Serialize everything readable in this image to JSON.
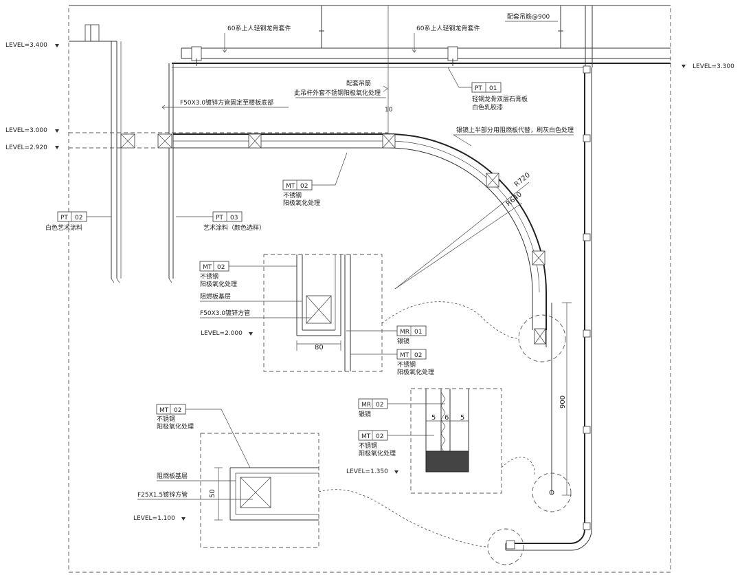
{
  "levels": {
    "l3400": "LEVEL=3.400",
    "l3300": "LEVEL=3.300",
    "l3000": "LEVEL=3.000",
    "l2920": "LEVEL=2.920",
    "l2000": "LEVEL=2.000",
    "l1350": "LEVEL=1.350",
    "l1100": "LEVEL=1.100"
  },
  "notes": {
    "keel_left": "60系上人轻钢龙骨套件",
    "keel_right": "60系上人轻钢龙骨套件",
    "hanger_900": "配套吊筋@900",
    "hanger": "配套吊筋",
    "hanger_rod": "此吊杆外套不锈钢阳极氧化处理",
    "pipe_note": "F50X3.0镀锌方管固定至楼板底部",
    "mirror_note": "银镜上半部分用阻燃板代替，刷灰白色处理",
    "dim_10": "10",
    "dim_r720": "R720",
    "dim_r640": "R640",
    "dim_80": "80",
    "dim_900": "900",
    "dim_50": "50",
    "dim_5a": "5",
    "dim_6": "6",
    "dim_5b": "5"
  },
  "tags": {
    "pt01": {
      "code": "PT",
      "num": "01",
      "line1": "轻钢龙骨双层石膏板",
      "line2": "白色乳胶漆"
    },
    "pt02": {
      "code": "PT",
      "num": "02",
      "line1": "白色艺术涂料"
    },
    "pt03": {
      "code": "PT",
      "num": "03",
      "line1": "艺术涂料（颜色选样）"
    },
    "mt02_main": {
      "code": "MT",
      "num": "02",
      "line1": "不锈钢",
      "line2": "阳极氧化处理"
    },
    "mt02_d1": {
      "code": "MT",
      "num": "02",
      "line1": "不锈钢",
      "line2": "阳极氧化处理"
    },
    "mr01_d1": {
      "code": "MR",
      "num": "01",
      "line1": "银镜"
    },
    "mt02_d1b": {
      "code": "MT",
      "num": "02",
      "line1": "不锈钢",
      "line2": "阳极氧化处理"
    },
    "mr02_d2": {
      "code": "MR",
      "num": "02",
      "line1": "银镜"
    },
    "mt02_d2": {
      "code": "MT",
      "num": "02",
      "line1": "不锈钢",
      "line2": "阳极氧化处理"
    },
    "mt02_d3": {
      "code": "MT",
      "num": "02",
      "line1": "不锈钢",
      "line2": "阳极氧化处理"
    }
  },
  "labels": {
    "fr_board_1": "阻燃板基层",
    "pipe_50": "F50X3.0镀锌方管",
    "fr_board_2": "阻燃板基层",
    "pipe_25": "F25X1.5镀锌方管"
  }
}
